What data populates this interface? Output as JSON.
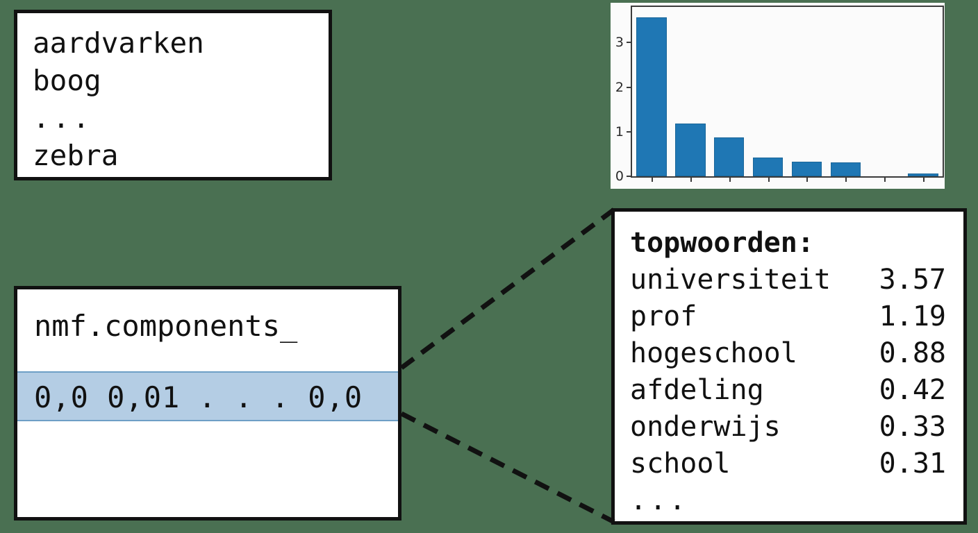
{
  "background_color": "#4a7052",
  "vocabulary_box": {
    "name": "vocabulary-list",
    "lines": [
      "aardvarken",
      "boog",
      "...",
      "zebra"
    ]
  },
  "nmf_box": {
    "title": "nmf.components_",
    "highlighted_row": "0,0 0,01 . . . 0,0",
    "highlight_color": "#b4cde4"
  },
  "topwords_panel": {
    "title": "topwoorden:",
    "rows": [
      {
        "word": "universiteit",
        "value": "3.57"
      },
      {
        "word": "prof",
        "value": "1.19"
      },
      {
        "word": "hogeschool",
        "value": "0.88"
      },
      {
        "word": "afdeling",
        "value": "0.42"
      },
      {
        "word": "onderwijs",
        "value": "0.33"
      },
      {
        "word": "school",
        "value": "0.31"
      }
    ],
    "ellipsis": "..."
  },
  "chart_data": {
    "type": "bar",
    "title": "",
    "xlabel": "",
    "ylabel": "",
    "categories": [
      "universiteit",
      "prof",
      "hogeschool",
      "afdeling",
      "onderwijs",
      "school",
      "",
      ""
    ],
    "values": [
      3.57,
      1.19,
      0.88,
      0.42,
      0.33,
      0.31,
      0.0,
      0.06
    ],
    "ytick_labels": [
      "0",
      "1",
      "2",
      "3"
    ],
    "ytick_values": [
      0,
      1,
      2,
      3
    ],
    "ylim": [
      0,
      3.8
    ],
    "xtick_labels": [
      "",
      "",
      "",
      "",
      "",
      "",
      "",
      ""
    ],
    "grid": false,
    "legend": null,
    "bar_color": "#1f77b4"
  },
  "connectors": {
    "upper_line": "dashed-line-top",
    "lower_line": "dashed-line-bottom",
    "color": "#111111"
  }
}
